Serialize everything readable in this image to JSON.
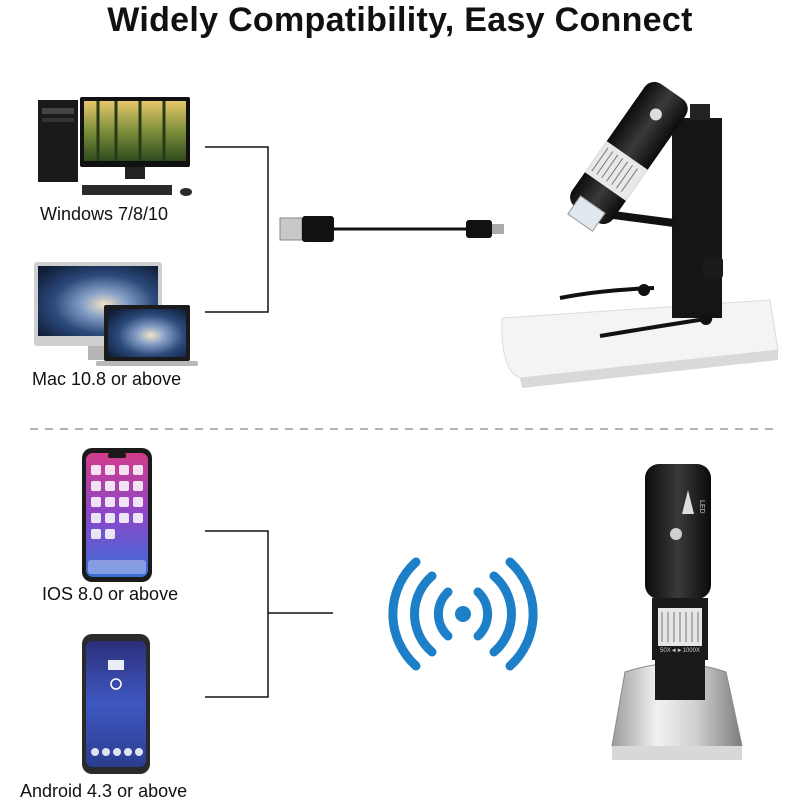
{
  "header": {
    "title": "Widely Compatibility, Easy Connect"
  },
  "wired_section": {
    "devices": [
      {
        "label": "Windows 7/8/10",
        "icon": "windows-desktop-pc-icon"
      },
      {
        "label": "Mac 10.8 or above",
        "icon": "mac-imac-macbook-icon"
      }
    ],
    "cable_icon": "usb-cable-icon",
    "product_icon": "microscope-on-stand-icon"
  },
  "wireless_section": {
    "devices": [
      {
        "label": "IOS 8.0 or above",
        "icon": "iphone-icon"
      },
      {
        "label": "Android 4.3 or above",
        "icon": "android-phone-icon"
      }
    ],
    "signal_icon": "wifi-signal-icon",
    "product_icon": "microscope-on-base-icon",
    "microscope_markings": {
      "led": "LED",
      "range": "50X◄►1000X"
    }
  },
  "colors": {
    "signal_blue": "#1e7fc9",
    "line_black": "#111111",
    "divider_gray": "#9a9a9a"
  }
}
